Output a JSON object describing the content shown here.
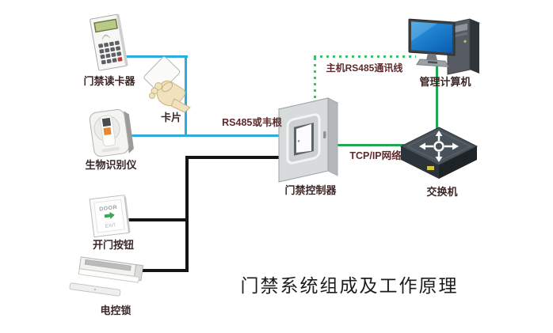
{
  "title": "门禁系统组成及工作原理",
  "nodes": {
    "card_reader": {
      "label": "门禁读卡器"
    },
    "card": {
      "label": "卡片"
    },
    "biometric_reader": {
      "label": "生物识别仪"
    },
    "exit_button": {
      "label": "开门按钮",
      "face_top": "DOOR",
      "face_bottom": "EXIT"
    },
    "electric_lock": {
      "label": "电控锁"
    },
    "controller": {
      "label": "门禁控制器"
    },
    "network_switch": {
      "label": "交换机"
    },
    "management_computer": {
      "label": "管理计算机"
    }
  },
  "connections": {
    "reader_bus": {
      "label": "RS485或韦根",
      "color": "#2bacdf",
      "style": "solid"
    },
    "device_io": {
      "color": "#141414",
      "style": "solid"
    },
    "tcp_ip": {
      "label": "TCP/IP网络",
      "color": "#23a551",
      "style": "solid"
    },
    "host_rs485": {
      "label": "主机RS485通讯线",
      "color": "#46bc6e",
      "style": "dotted"
    }
  },
  "colors": {
    "background": "#ffffff",
    "device_label": "#3c2727",
    "line_label": "#5d2b2d",
    "title": "#1c1c1c"
  }
}
